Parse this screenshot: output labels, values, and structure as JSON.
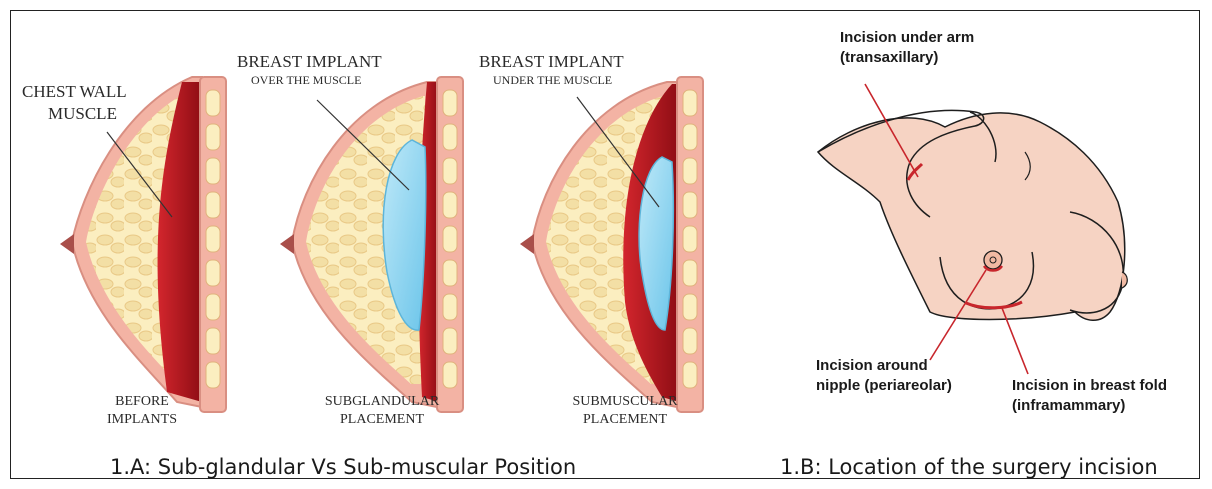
{
  "panel_a": {
    "caption": "1.A: Sub-glandular Vs Sub-muscular Position",
    "callouts": {
      "chest_wall": [
        "CHEST WALL",
        "MUSCLE"
      ],
      "over_muscle": [
        "BREAST IMPLANT",
        "OVER THE MUSCLE"
      ],
      "under_muscle": [
        "BREAST IMPLANT",
        "UNDER THE MUSCLE"
      ]
    },
    "figures": [
      {
        "label": [
          "BEFORE",
          "IMPLANTS"
        ]
      },
      {
        "label": [
          "SUBGLANDULAR",
          "PLACEMENT"
        ]
      },
      {
        "label": [
          "SUBMUSCULAR",
          "PLACEMENT"
        ]
      }
    ]
  },
  "panel_b": {
    "caption": "1.B: Location of the surgery incision",
    "incisions": {
      "transaxillary": [
        "Incision under arm",
        "(transaxillary)"
      ],
      "periareolar": [
        "Incision around",
        "nipple (periareolar)"
      ],
      "inframammary": [
        "Incision in breast fold",
        "(inframammary)"
      ]
    }
  },
  "colors": {
    "muscle": "#b5121b",
    "skin": "#f3b3a4",
    "fat": "#fbeec0",
    "implant": "#8fd3ef",
    "incision": "#c8262c",
    "body_skin": "#f6d3c3"
  }
}
